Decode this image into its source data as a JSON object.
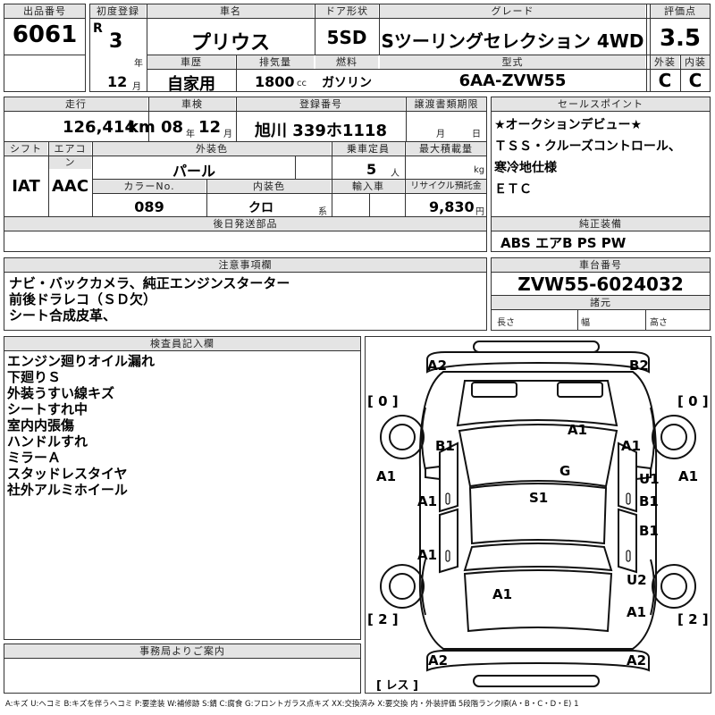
{
  "header": {
    "lot_label": "出品番号",
    "lot_no": "6061",
    "first_reg_label": "初度登録",
    "era": "R",
    "reg_year": "3",
    "year_unit": "年",
    "reg_month": "12",
    "month_unit": "月",
    "car_name_label": "車名",
    "car_name": "プリウス",
    "door_label": "ドア形状",
    "door": "5SD",
    "grade_label": "グレード",
    "grade": "Sツーリングセレクション 4WD",
    "score_label": "評価点",
    "score": "3.5",
    "history_label": "車歴",
    "history": "自家用",
    "displacement_label": "排気量",
    "displacement": "1800",
    "cc": "cc",
    "fuel_label": "燃料",
    "fuel": "ガソリン",
    "model_label": "型式",
    "model": "6AA-ZVW55",
    "ext_label": "外装",
    "ext_grade": "C",
    "int_label": "内装",
    "int_grade": "C"
  },
  "details": {
    "mileage_label": "走行",
    "mileage": "126,414",
    "km": "km",
    "inspection_label": "車検",
    "insp_year": "08",
    "insp_month": "12",
    "nen": "年",
    "tsuki": "月",
    "plate_label": "登録番号",
    "plate": "旭川 339ホ1118",
    "transfer_label": "譲渡書類期限",
    "transfer_month": "月",
    "transfer_day": "日",
    "shift_label": "シフト",
    "shift": "IAT",
    "aircon_label": "エアコン",
    "aircon": "AAC",
    "ext_color_label": "外装色",
    "ext_color": "パール",
    "capacity_label": "乗車定員",
    "capacity": "5",
    "person": "人",
    "max_load_label": "最大積載量",
    "kg": "kg",
    "color_no_label": "カラーNo.",
    "color_no": "089",
    "int_color_label": "内装色",
    "int_color": "クロ",
    "kei": "系",
    "import_label": "輸入車",
    "recycle_label": "リサイクル預託金",
    "recycle": "9,830",
    "yen": "円",
    "delivery_label": "後日発送部品"
  },
  "sales": {
    "label": "セールスポイント",
    "lines": [
      "★オークションデビュー★",
      "ＴＳＳ・クルーズコントロール、",
      "寒冷地仕様",
      "ＥＴＣ"
    ]
  },
  "equipment": {
    "label": "純正装備",
    "value": "ABS エアB PS PW"
  },
  "cautions": {
    "label": "注意事項欄",
    "lines": [
      "ナビ・バックカメラ、純正エンジンスターター",
      "前後ドラレコ（ＳＤ欠）",
      "シート合成皮革、"
    ]
  },
  "chassis": {
    "label": "車台番号",
    "value": "ZVW55-6024032",
    "dims_label": "諸元",
    "length": "長さ",
    "width": "幅",
    "height": "高さ"
  },
  "inspector": {
    "label": "検査員記入欄",
    "lines": [
      "エンジン廻りオイル漏れ",
      "下廻りＳ",
      "外装うすい線キズ",
      "シートすれ中",
      "室内内張傷",
      "ハンドルすれ",
      "ミラーＡ",
      "スタッドレスタイヤ",
      "社外アルミホイール"
    ]
  },
  "office": {
    "label": "事務局よりご案内"
  },
  "diagram": {
    "tire_fl": "[ 0 ]",
    "tire_fr": "[ 0 ]",
    "tire_rl": "[ 2 ]",
    "tire_rr": "[ 2 ]",
    "spare": "[ レス ]",
    "marks": [
      "A2",
      "B2",
      "A1",
      "B1",
      "A1",
      "A1",
      "A1",
      "G",
      "U1",
      "A1",
      "S1",
      "B1",
      "A1",
      "B1",
      "B1",
      "U2",
      "A1",
      "A1",
      "A2",
      "A2"
    ]
  },
  "legend": "A:キズ U:ヘコミ B:キズを伴うヘコミ P:要塗装 W:補修跡 S:錆 C:腐食 G:フロントガラス点キズ XX:交換済み X:要交換 内・外装評価 5段階ランク順(A・B・C・D・E) 1"
}
